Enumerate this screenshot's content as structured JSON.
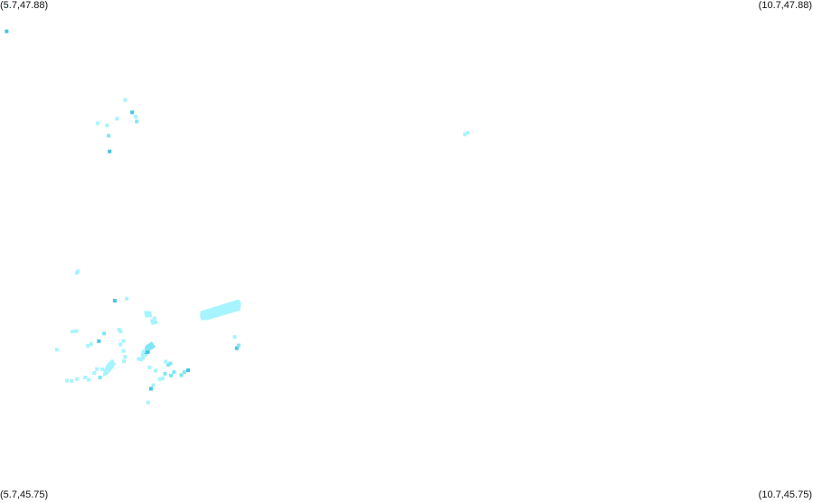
{
  "map": {
    "corners": {
      "top_left": "(5.7,47.88)",
      "top_right": "(10.7,47.88)",
      "bottom_left": "(5.7,45.75)",
      "bottom_right": "(10.7,45.75)"
    },
    "bounds": {
      "lon_min": 5.7,
      "lon_max": 10.7,
      "lat_min": 45.75,
      "lat_max": 47.88
    },
    "colors": {
      "light": "#a6f4ff",
      "mid": "#7ee6f7",
      "dark": "#45c6e6",
      "background": "#ffffff"
    },
    "points": [
      {
        "lon": 5.735,
        "lat": 47.856,
        "shade": "light"
      },
      {
        "lon": 5.741,
        "lat": 47.746,
        "shade": "dark"
      },
      {
        "lon": 6.358,
        "lat": 47.344,
        "shade": "light"
      },
      {
        "lon": 6.302,
        "lat": 47.353,
        "shade": "light"
      },
      {
        "lon": 6.368,
        "lat": 47.3,
        "shade": "mid"
      },
      {
        "lon": 6.374,
        "lat": 47.233,
        "shade": "dark"
      },
      {
        "lon": 6.419,
        "lat": 47.373,
        "shade": "light"
      },
      {
        "lon": 6.47,
        "lat": 47.453,
        "shade": "light"
      },
      {
        "lon": 6.513,
        "lat": 47.4,
        "shade": "dark"
      },
      {
        "lon": 6.535,
        "lat": 47.381,
        "shade": "light"
      },
      {
        "lon": 6.541,
        "lat": 47.361,
        "shade": "mid"
      },
      {
        "lon": 8.56,
        "lat": 47.306,
        "shade": "light"
      },
      {
        "lon": 8.575,
        "lat": 47.312,
        "shade": "light"
      },
      {
        "lon": 6.172,
        "lat": 46.714,
        "shade": "light"
      },
      {
        "lon": 6.18,
        "lat": 46.721,
        "shade": "light"
      },
      {
        "lon": 6.406,
        "lat": 46.595,
        "shade": "dark"
      },
      {
        "lon": 6.48,
        "lat": 46.604,
        "shade": "light"
      },
      {
        "lon": 6.636,
        "lat": 46.509,
        "shade": "light"
      },
      {
        "lon": 6.65,
        "lat": 46.52,
        "shade": "light"
      },
      {
        "lon": 6.658,
        "lat": 46.503,
        "shade": "light"
      },
      {
        "lon": 6.641,
        "lat": 46.5,
        "shade": "light"
      },
      {
        "lon": 6.433,
        "lat": 46.471,
        "shade": "light"
      },
      {
        "lon": 6.442,
        "lat": 46.464,
        "shade": "light"
      },
      {
        "lon": 6.308,
        "lat": 46.422,
        "shade": "dark"
      },
      {
        "lon": 6.26,
        "lat": 46.41,
        "shade": "light"
      },
      {
        "lon": 6.241,
        "lat": 46.402,
        "shade": "light"
      },
      {
        "lon": 6.05,
        "lat": 46.386,
        "shade": "light"
      },
      {
        "lon": 6.46,
        "lat": 46.423,
        "shade": "light"
      },
      {
        "lon": 6.441,
        "lat": 46.408,
        "shade": "light"
      },
      {
        "lon": 6.34,
        "lat": 46.455,
        "shade": "mid"
      },
      {
        "lon": 6.459,
        "lat": 46.38,
        "shade": "light"
      },
      {
        "lon": 6.47,
        "lat": 46.355,
        "shade": "light"
      },
      {
        "lon": 6.463,
        "lat": 46.337,
        "shade": "light"
      },
      {
        "lon": 6.391,
        "lat": 46.335,
        "shade": "light"
      },
      {
        "lon": 6.374,
        "lat": 46.315,
        "shade": "light"
      },
      {
        "lon": 6.33,
        "lat": 46.302,
        "shade": "light"
      },
      {
        "lon": 6.246,
        "lat": 46.257,
        "shade": "light"
      },
      {
        "lon": 6.173,
        "lat": 46.26,
        "shade": "light"
      },
      {
        "lon": 6.141,
        "lat": 46.252,
        "shade": "light"
      },
      {
        "lon": 6.111,
        "lat": 46.254,
        "shade": "light"
      },
      {
        "lon": 6.224,
        "lat": 46.267,
        "shade": "light"
      },
      {
        "lon": 6.28,
        "lat": 46.286,
        "shade": "light"
      },
      {
        "lon": 6.296,
        "lat": 46.303,
        "shade": "light"
      },
      {
        "lon": 6.315,
        "lat": 46.267,
        "shade": "mid"
      },
      {
        "lon": 6.553,
        "lat": 46.346,
        "shade": "light"
      },
      {
        "lon": 6.568,
        "lat": 46.344,
        "shade": "light"
      },
      {
        "lon": 6.578,
        "lat": 46.351,
        "shade": "light"
      },
      {
        "lon": 6.578,
        "lat": 46.365,
        "shade": "light"
      },
      {
        "lon": 6.59,
        "lat": 46.362,
        "shade": "light"
      },
      {
        "lon": 6.598,
        "lat": 46.375,
        "shade": "dark"
      },
      {
        "lon": 6.61,
        "lat": 46.376,
        "shade": "dark"
      },
      {
        "lon": 6.583,
        "lat": 46.378,
        "shade": "light"
      },
      {
        "lon": 6.62,
        "lat": 46.31,
        "shade": "light"
      },
      {
        "lon": 6.657,
        "lat": 46.296,
        "shade": "light"
      },
      {
        "lon": 6.719,
        "lat": 46.335,
        "shade": "light"
      },
      {
        "lon": 6.735,
        "lat": 46.321,
        "shade": "mid"
      },
      {
        "lon": 6.748,
        "lat": 46.327,
        "shade": "mid"
      },
      {
        "lon": 6.77,
        "lat": 46.29,
        "shade": "mid"
      },
      {
        "lon": 6.752,
        "lat": 46.275,
        "shade": "mid"
      },
      {
        "lon": 6.715,
        "lat": 46.283,
        "shade": "mid"
      },
      {
        "lon": 6.7,
        "lat": 46.263,
        "shade": "light"
      },
      {
        "lon": 6.683,
        "lat": 46.26,
        "shade": "light"
      },
      {
        "lon": 6.857,
        "lat": 46.298,
        "shade": "dark"
      },
      {
        "lon": 6.834,
        "lat": 46.29,
        "shade": "mid"
      },
      {
        "lon": 6.815,
        "lat": 46.277,
        "shade": "mid"
      },
      {
        "lon": 6.642,
        "lat": 46.234,
        "shade": "light"
      },
      {
        "lon": 6.628,
        "lat": 46.219,
        "shade": "dark"
      },
      {
        "lon": 6.611,
        "lat": 46.16,
        "shade": "light"
      },
      {
        "lon": 7.156,
        "lat": 46.392,
        "shade": "dark"
      },
      {
        "lon": 7.168,
        "lat": 46.404,
        "shade": "mid"
      },
      {
        "lon": 7.143,
        "lat": 46.44,
        "shade": "light"
      }
    ],
    "lakes": [
      {
        "lon": [
          6.358,
          6.391,
          6.414,
          6.379,
          6.352,
          6.336,
          6.332
        ],
        "lat": [
          46.277,
          46.302,
          46.327,
          46.34,
          46.318,
          46.29,
          46.27
        ],
        "shade": "light"
      },
      {
        "lon": [
          6.572,
          6.611,
          6.605,
          6.566
        ],
        "lat": [
          46.378,
          46.382,
          46.355,
          46.357
        ],
        "shade": "light"
      },
      {
        "lon": [
          6.604,
          6.634,
          6.657,
          6.628,
          6.589,
          6.593
        ],
        "lat": [
          46.407,
          46.421,
          46.398,
          46.384,
          46.385,
          46.401
        ],
        "shade": "mid"
      },
      {
        "lon": [
          6.932,
          7.168,
          7.183,
          7.178,
          6.975,
          6.938,
          6.931
        ],
        "lat": [
          46.55,
          46.601,
          46.589,
          46.554,
          46.512,
          46.512,
          46.524
        ],
        "shade": "light"
      },
      {
        "lon": [
          6.586,
          6.631,
          6.635,
          6.591
        ],
        "lat": [
          46.552,
          46.55,
          46.524,
          46.525
        ],
        "shade": "light"
      },
      {
        "lon": [
          6.131,
          6.178,
          6.184,
          6.137
        ],
        "lat": [
          46.468,
          46.474,
          46.459,
          46.455
        ],
        "shade": "light"
      }
    ]
  }
}
